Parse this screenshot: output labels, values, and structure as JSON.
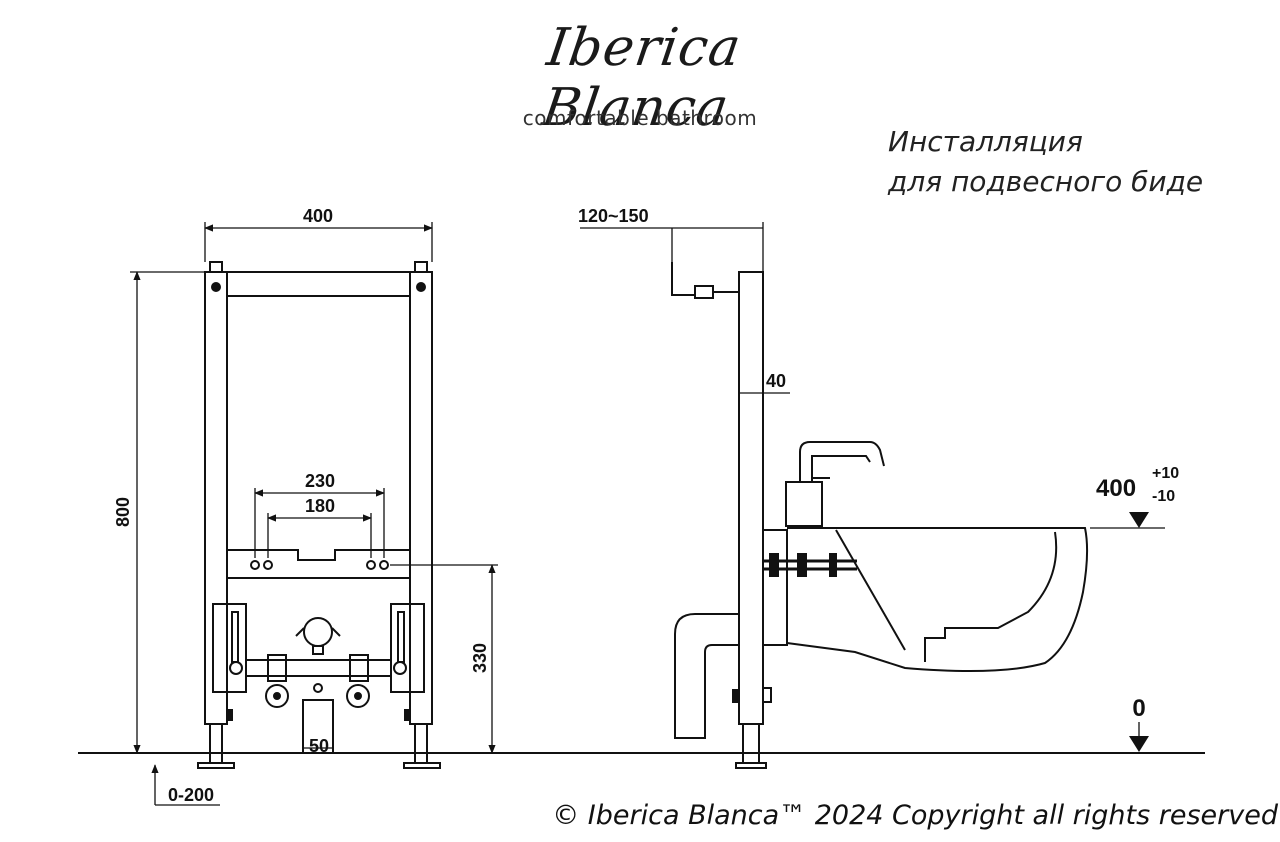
{
  "brand": {
    "name": "Iberica Blanca",
    "tagline": "comfortable bathroom"
  },
  "title": {
    "line1": "Инсталляция",
    "line2": "для подвесного биде"
  },
  "dimensions": {
    "width": "400",
    "height": "800",
    "inlet_spacing_outer": "230",
    "inlet_spacing_inner": "180",
    "inlet_height": "330",
    "drain_width": "50",
    "leg_adjust": "0-200",
    "depth": "120~150",
    "frame_depth": "40",
    "bowl_height": "400",
    "bowl_tol_plus": "+10",
    "bowl_tol_minus": "-10",
    "floor_level": "0"
  },
  "footer": {
    "copyright": "© Iberica Blanca™ 2024 Copyright all rights reserved"
  }
}
